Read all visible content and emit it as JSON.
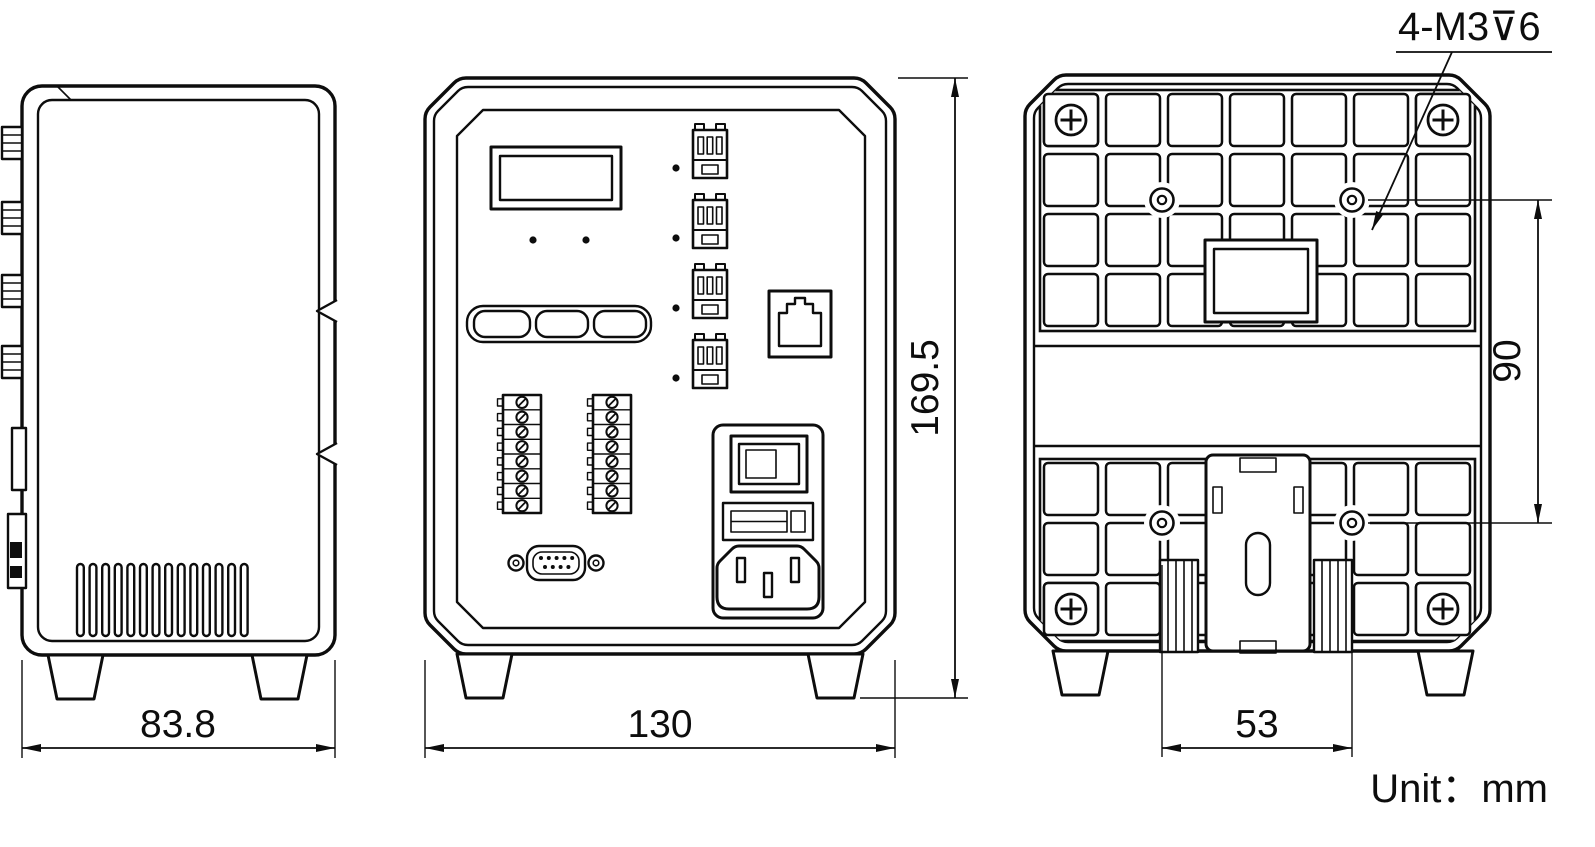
{
  "drawing": {
    "dims": {
      "side_width": "83.8",
      "front_width": "130",
      "height": "169.5",
      "vertical_hole_spacing": "90",
      "horizontal_hole_spacing": "53",
      "thread_callout": "4-M3⊽6"
    },
    "unit_note": "Unit：mm"
  },
  "colors": {
    "line": "#0d0d0d",
    "background": "#ffffff"
  }
}
